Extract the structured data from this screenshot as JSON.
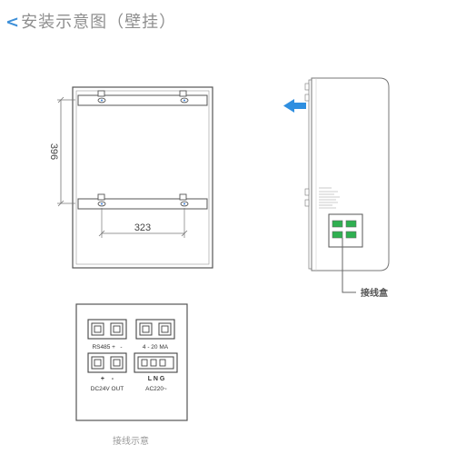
{
  "title": {
    "prefix": "<",
    "text": "安装示意图（壁挂）"
  },
  "front_view": {
    "height_dim": "396",
    "width_dim": "323"
  },
  "side_view": {
    "arrow_color": "#2f8fe0",
    "label_text": "接线盒"
  },
  "terminal_box": {
    "rs485_label": "RS485 +   -",
    "ma_label": "4 - 20 MA",
    "dc_polarity": "+    -",
    "dc_label": "DC24V OUT",
    "lng_label": "L N G",
    "ac_label": "AC220~",
    "caption": "接线示意"
  },
  "colors": {
    "line": "#666666",
    "green_terminal": "#2fb050"
  }
}
